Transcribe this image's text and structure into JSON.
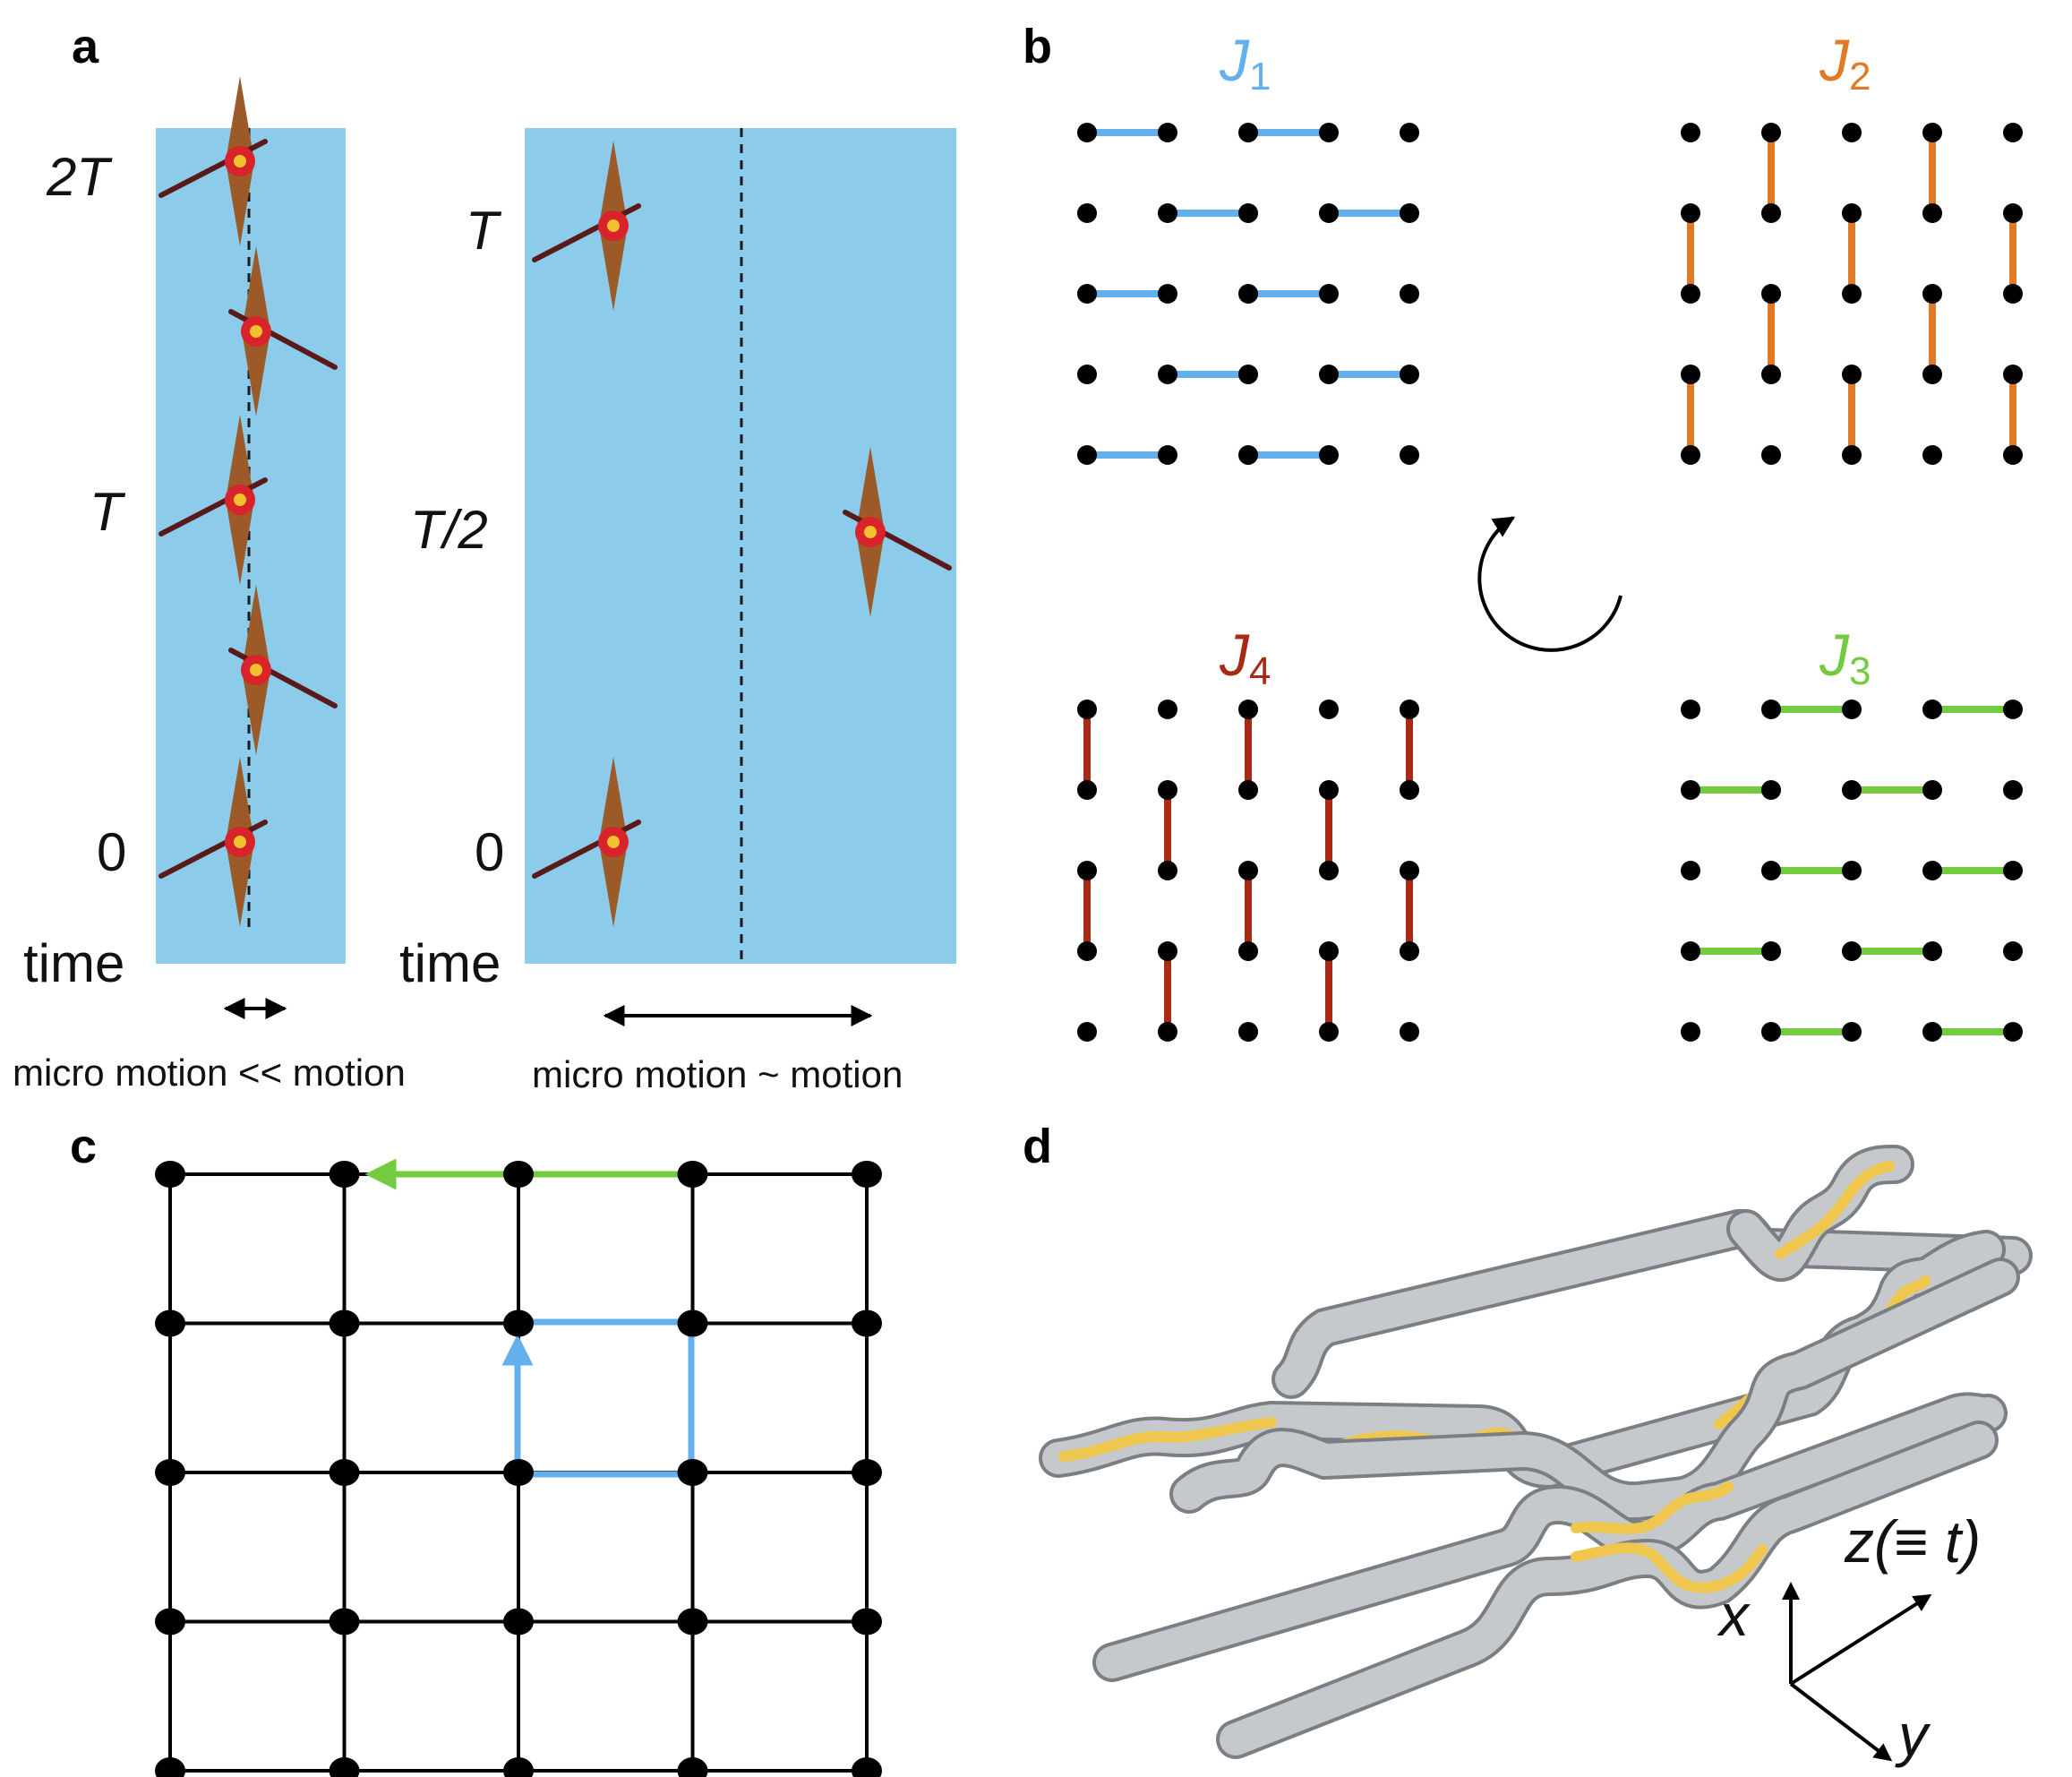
{
  "panel_labels": {
    "a": "a",
    "b": "b",
    "c": "c",
    "d": "d"
  },
  "panel_a": {
    "left": {
      "time_labels": [
        "2T",
        "T",
        "0"
      ],
      "axis_label": "time",
      "caption": "micro motion << motion"
    },
    "right": {
      "time_labels": [
        "T",
        "T/2",
        "0"
      ],
      "axis_label": "time",
      "caption": "micro motion ~ motion"
    },
    "colors": {
      "water": "#8ccbe9",
      "boat": "#9b5a27",
      "oar": "#5a1a1a",
      "rower": "#d8232a",
      "head": "#f2c12e"
    }
  },
  "panel_b": {
    "J1": {
      "letter": "J",
      "sub": "1",
      "color": "#63b0ec"
    },
    "J2": {
      "letter": "J",
      "sub": "2",
      "color": "#e07a27"
    },
    "J3": {
      "letter": "J",
      "sub": "3",
      "color": "#73cc3f"
    },
    "J4": {
      "letter": "J",
      "sub": "4",
      "color": "#a82a15"
    }
  },
  "panel_c": {
    "colors": {
      "green_arrow": "#73cc3f",
      "blue_loop": "#63b0ec"
    }
  },
  "panel_d": {
    "axes": {
      "x": "x",
      "y": "y",
      "z": "z(≡ t)"
    },
    "colors": {
      "tube": "#c6c9cc",
      "light": "#f0c74e"
    }
  }
}
